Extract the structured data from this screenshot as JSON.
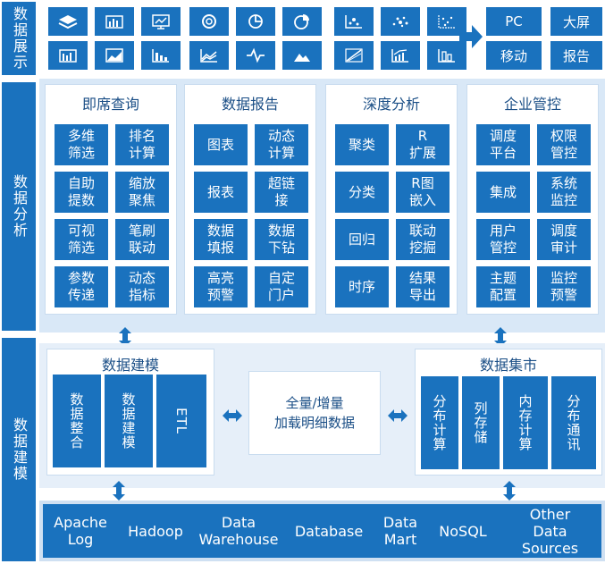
{
  "layers": {
    "display": "数据展示",
    "analysis": "数据分析",
    "modeling": "数据建模"
  },
  "display_icons": [
    "layers-icon",
    "bar-chart-icon",
    "presentation-icon",
    "donut-chart-icon",
    "pie-chart-icon",
    "pie-slice-icon",
    "scatter-plot-icon",
    "scatter-dense-icon",
    "scatter-grid-icon",
    "column-chart-icon",
    "area-trend-icon",
    "column-grouped-icon",
    "area-lines-icon",
    "pulse-line-icon",
    "mountain-chart-icon",
    "scatter-line-icon",
    "trend-bars-icon",
    "bar-frame-icon"
  ],
  "display_targets": {
    "pc": "PC",
    "big_screen": "大屏",
    "mobile": "移动",
    "report": "报告"
  },
  "analysis_columns": [
    {
      "title": "即席查询",
      "items": [
        "多维\n筛选",
        "排名\n计算",
        "自助\n提数",
        "缩放\n聚焦",
        "可视\n筛选",
        "笔刷\n联动",
        "参数\n传递",
        "动态\n指标"
      ]
    },
    {
      "title": "数据报告",
      "items": [
        "图表",
        "动态\n计算",
        "报表",
        "超链\n接",
        "数据\n填报",
        "数据\n下钻",
        "高亮\n预警",
        "自定\n门户"
      ]
    },
    {
      "title": "深度分析",
      "items": [
        "聚类",
        "R\n扩展",
        "分类",
        "R图\n嵌入",
        "回归",
        "联动\n挖掘",
        "时序",
        "结果\n导出"
      ]
    },
    {
      "title": "企业管控",
      "items": [
        "调度\n平台",
        "权限\n管控",
        "集成",
        "系统\n监控",
        "用户\n管控",
        "调度\n审计",
        "主题\n配置",
        "监控\n预警"
      ]
    }
  ],
  "modeling": {
    "left": {
      "title": "数据建模",
      "items": [
        "数据整合",
        "数据建模",
        "ETL"
      ]
    },
    "center": "全量/增量\n加载明细数据",
    "right": {
      "title": "数据集市",
      "items": [
        "分布计算",
        "列存储",
        "内存计算",
        "分布通讯"
      ]
    }
  },
  "sources": [
    "Apache\nLog",
    "Hadoop",
    "Data\nWarehouse",
    "Database",
    "Data\nMart",
    "NoSQL",
    "Other\nData\nSources"
  ]
}
